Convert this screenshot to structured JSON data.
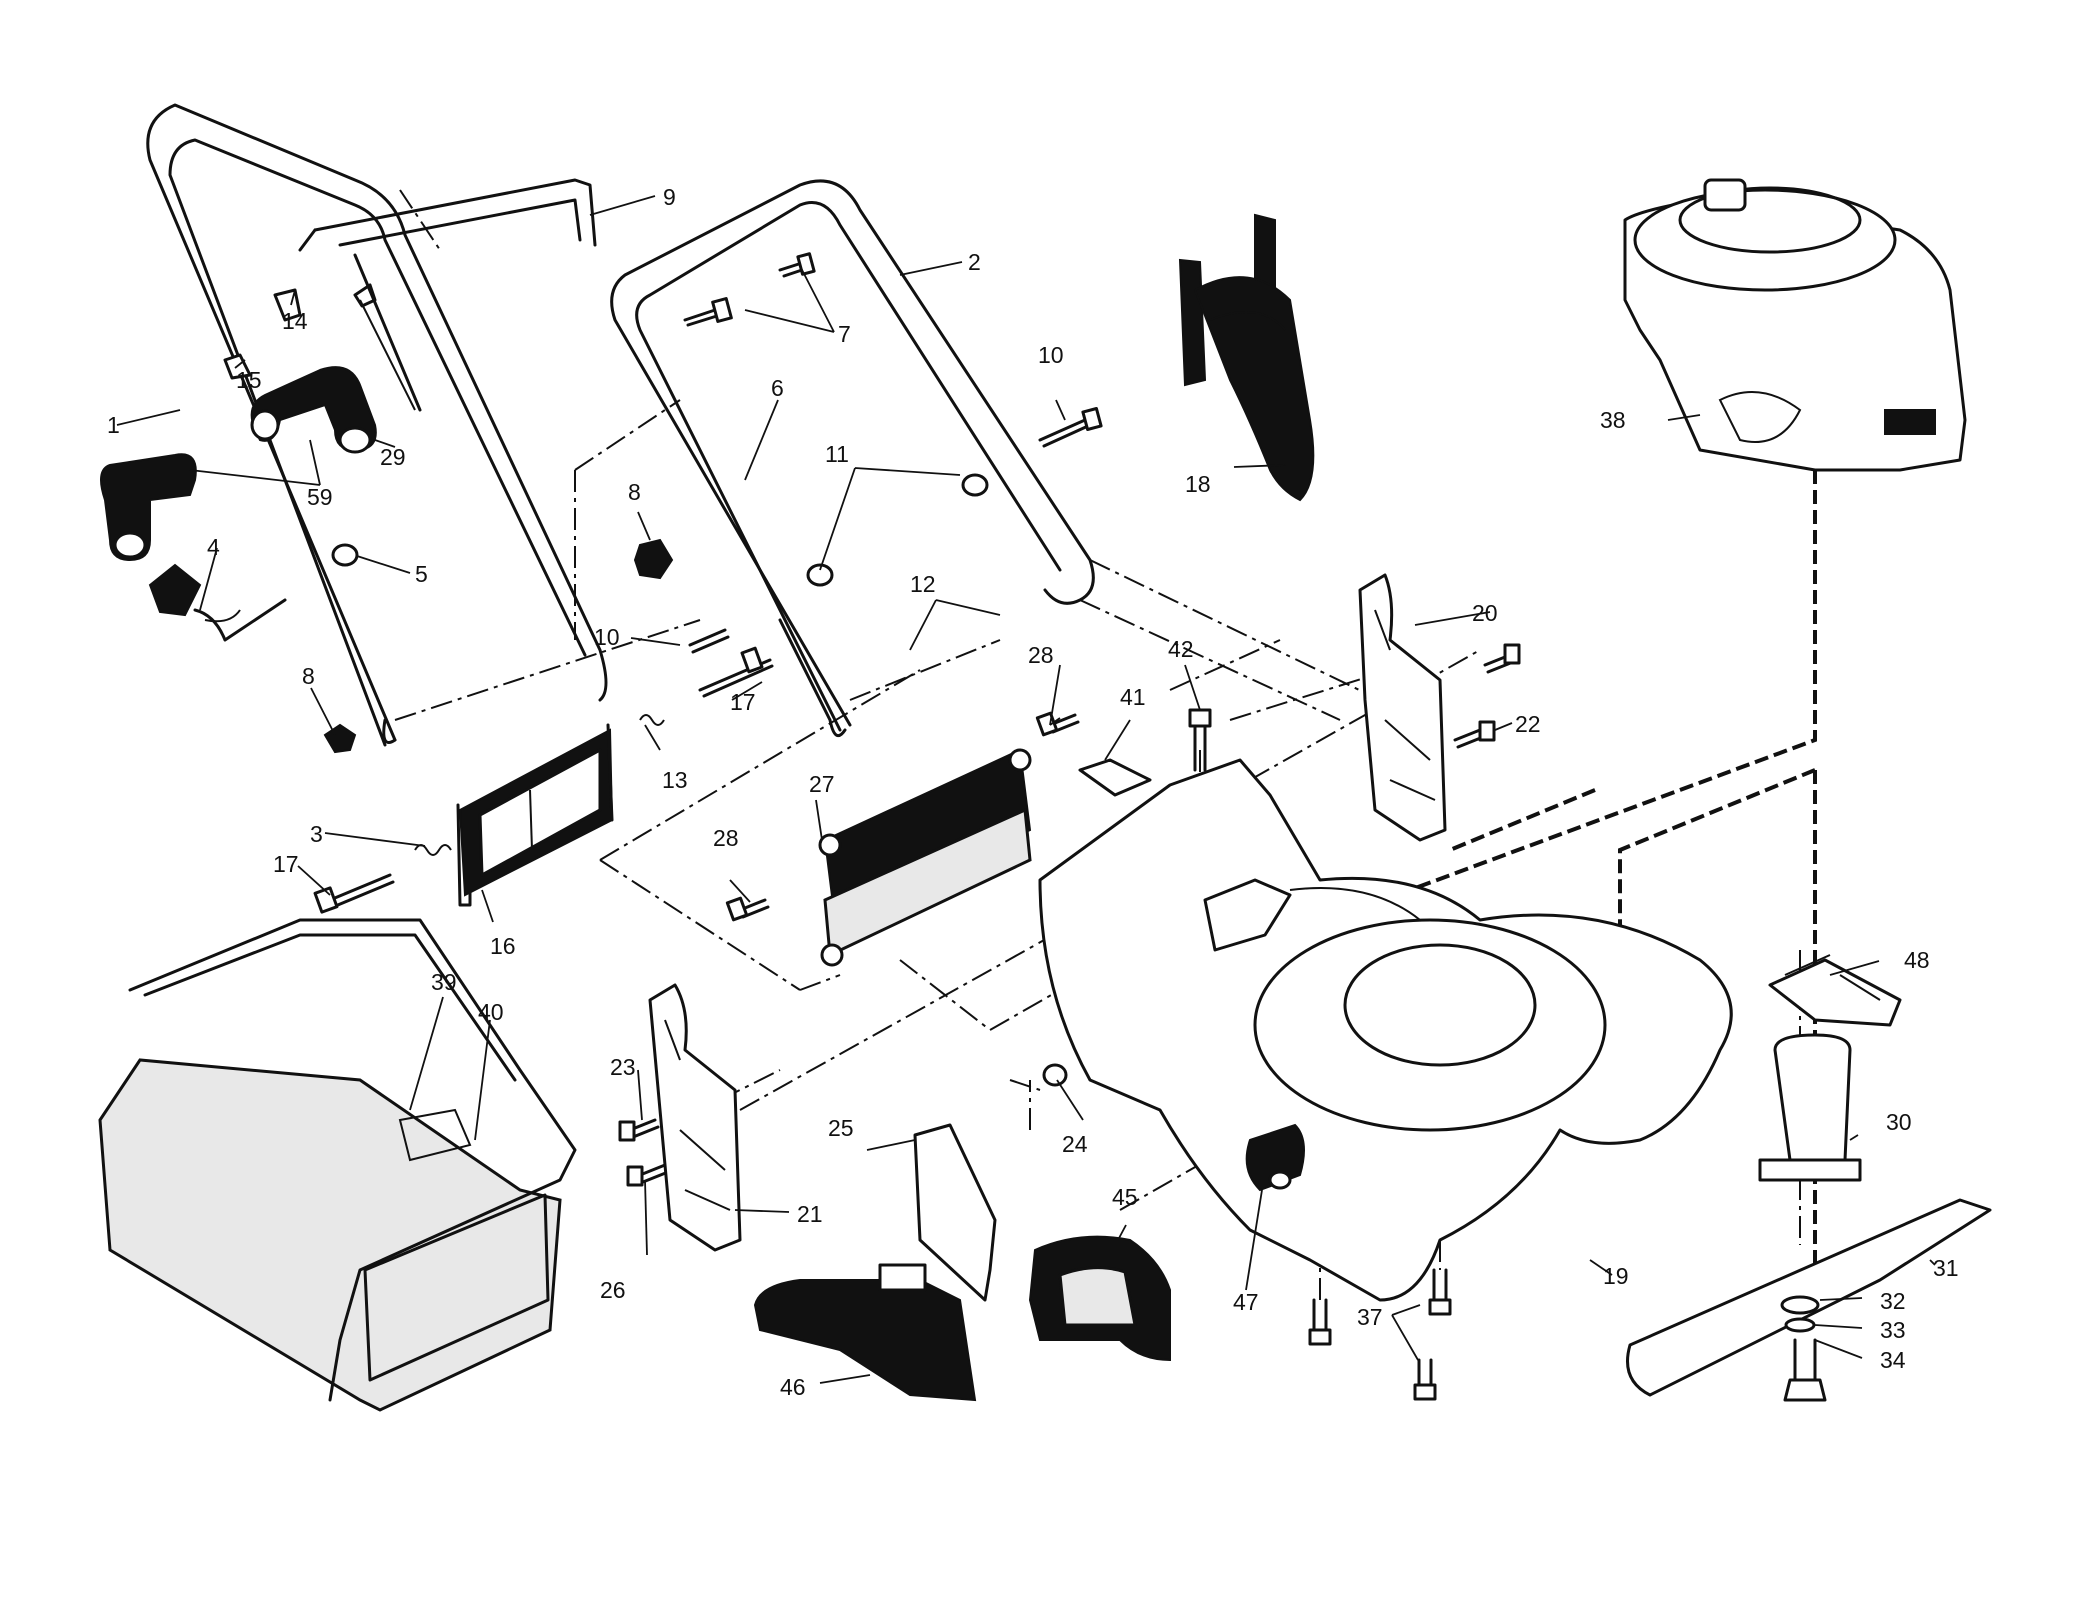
{
  "diagram": {
    "callouts": [
      {
        "id": "c1",
        "text": "1"
      },
      {
        "id": "c2",
        "text": "2"
      },
      {
        "id": "c3",
        "text": "3"
      },
      {
        "id": "c4",
        "text": "4"
      },
      {
        "id": "c5",
        "text": "5"
      },
      {
        "id": "c6",
        "text": "6"
      },
      {
        "id": "c7",
        "text": "7"
      },
      {
        "id": "c8a",
        "text": "8"
      },
      {
        "id": "c8b",
        "text": "8"
      },
      {
        "id": "c9",
        "text": "9"
      },
      {
        "id": "c10a",
        "text": "10"
      },
      {
        "id": "c10b",
        "text": "10"
      },
      {
        "id": "c11",
        "text": "11"
      },
      {
        "id": "c12",
        "text": "12"
      },
      {
        "id": "c13",
        "text": "13"
      },
      {
        "id": "c14",
        "text": "14"
      },
      {
        "id": "c15",
        "text": "15"
      },
      {
        "id": "c16",
        "text": "16"
      },
      {
        "id": "c17a",
        "text": "17"
      },
      {
        "id": "c17b",
        "text": "17"
      },
      {
        "id": "c18",
        "text": "18"
      },
      {
        "id": "c19",
        "text": "19"
      },
      {
        "id": "c20",
        "text": "20"
      },
      {
        "id": "c21",
        "text": "21"
      },
      {
        "id": "c22",
        "text": "22"
      },
      {
        "id": "c23",
        "text": "23"
      },
      {
        "id": "c24",
        "text": "24"
      },
      {
        "id": "c25",
        "text": "25"
      },
      {
        "id": "c26",
        "text": "26"
      },
      {
        "id": "c27",
        "text": "27"
      },
      {
        "id": "c28a",
        "text": "28"
      },
      {
        "id": "c28b",
        "text": "28"
      },
      {
        "id": "c29",
        "text": "29"
      },
      {
        "id": "c30",
        "text": "30"
      },
      {
        "id": "c31",
        "text": "31"
      },
      {
        "id": "c32",
        "text": "32"
      },
      {
        "id": "c33",
        "text": "33"
      },
      {
        "id": "c34",
        "text": "34"
      },
      {
        "id": "c37",
        "text": "37"
      },
      {
        "id": "c38",
        "text": "38"
      },
      {
        "id": "c39",
        "text": "39"
      },
      {
        "id": "c40",
        "text": "40"
      },
      {
        "id": "c41",
        "text": "41"
      },
      {
        "id": "c42",
        "text": "42"
      },
      {
        "id": "c45",
        "text": "45"
      },
      {
        "id": "c46",
        "text": "46"
      },
      {
        "id": "c47",
        "text": "47"
      },
      {
        "id": "c48",
        "text": "48"
      },
      {
        "id": "c59",
        "text": "59"
      }
    ]
  }
}
